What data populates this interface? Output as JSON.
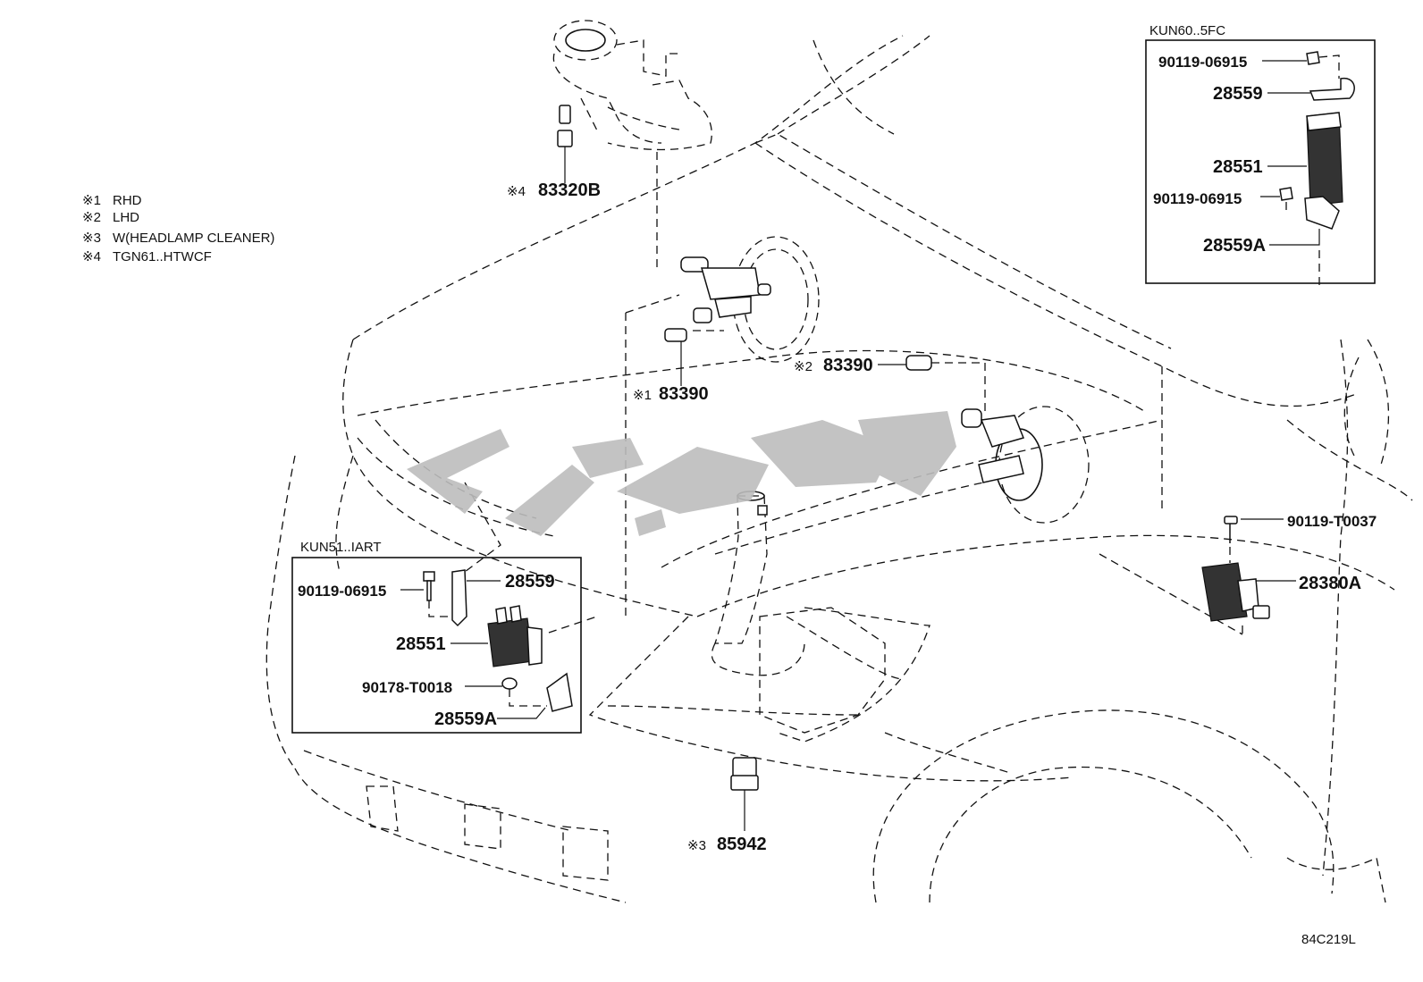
{
  "legend": [
    {
      "mark": "※1",
      "text": "RHD"
    },
    {
      "mark": "※2",
      "text": "LHD"
    },
    {
      "mark": "※3",
      "text": "W(HEADLAMP CLEANER)"
    },
    {
      "mark": "※4",
      "text": "TGN61..HTWCF"
    }
  ],
  "main_parts": {
    "p83320b": {
      "mark": "※4",
      "number": "83320B"
    },
    "p83390_rhd": {
      "mark": "※1",
      "number": "83390"
    },
    "p83390_lhd": {
      "mark": "※2",
      "number": "83390"
    },
    "p85942": {
      "mark": "※3",
      "number": "85942"
    },
    "p90119_t0037": "90119-T0037",
    "p28380a": "28380A"
  },
  "box_kun60": {
    "title": "KUN60..5FC",
    "parts": {
      "bolt_top": "90119-06915",
      "bracket": "28559",
      "relay": "28551",
      "bolt_bottom": "90119-06915",
      "bracket_a": "28559A"
    }
  },
  "box_kun51": {
    "title": "KUN51..IART",
    "parts": {
      "bolt": "90119-06915",
      "bracket": "28559",
      "relay": "28551",
      "nut": "90178-T0018",
      "bracket_a": "28559A"
    }
  },
  "diagram_code": "84C219L",
  "icons": {
    "watermark": "logo-watermark"
  }
}
